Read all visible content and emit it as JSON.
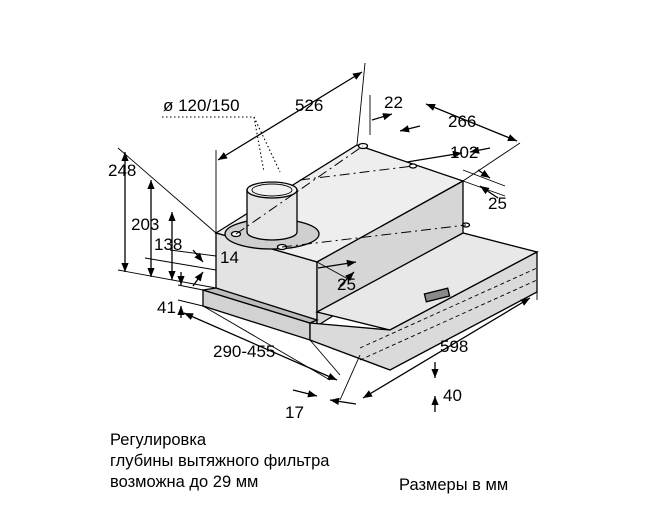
{
  "dimensions": {
    "d_duct": "ø 120/150",
    "d_526": "526",
    "d_22": "22",
    "d_266": "266",
    "d_102": "102",
    "d_25_top": "25",
    "d_248": "248",
    "d_203": "203",
    "d_138": "138",
    "d_14": "14",
    "d_25_mid": "25",
    "d_41": "41",
    "d_290_455": "290-455",
    "d_598": "598",
    "d_40": "40",
    "d_17": "17"
  },
  "note": {
    "line1": "Регулировка",
    "line2": "глубины вытяжного фильтра",
    "line3": "возможна до 29 мм"
  },
  "units_label": "Размеры в мм",
  "colors": {
    "body_fill": "#e6e6e6",
    "shade_fill": "#bdbdbd",
    "line": "#000000"
  }
}
